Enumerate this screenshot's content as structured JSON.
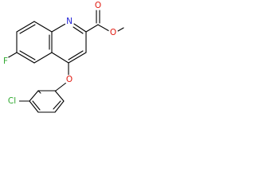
{
  "molecule": {
    "atoms": {
      "ring_n": {
        "label": "N",
        "color": "#1f1fd6"
      },
      "ester_o_carbonyl": {
        "label": "O",
        "color": "#e0190f"
      },
      "ester_o_methoxy": {
        "label": "O",
        "color": "#e0190f"
      },
      "ether_o": {
        "label": "O",
        "color": "#e0190f"
      },
      "fluorine": {
        "label": "F",
        "color": "#2ea82e"
      },
      "chlorine": {
        "label": "Cl",
        "color": "#2ea82e"
      }
    }
  }
}
